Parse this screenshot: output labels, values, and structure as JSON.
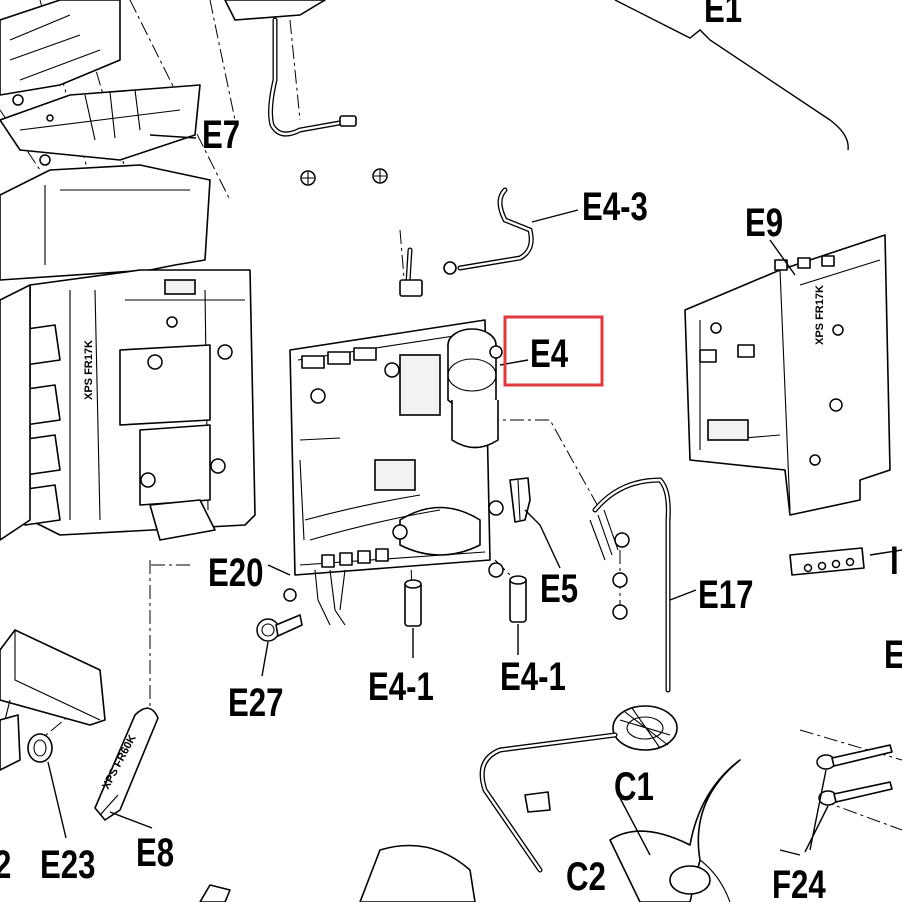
{
  "labels": {
    "e1": "E1",
    "e7": "E7",
    "e4_3": "E4-3",
    "e9": "E9",
    "e4": "E4",
    "e20": "E20",
    "e5": "E5",
    "e17": "E17",
    "e27": "E27",
    "e4_1_left": "E4-1",
    "e4_1_right": "E4-1",
    "e23": "E23",
    "e8": "E8",
    "c1": "C1",
    "c2": "C2",
    "f24": "F24",
    "cut_left_bottom": "2",
    "cut_right_edge": "E",
    "cut_right_small": "I"
  },
  "stamps": {
    "model_left": "XPS FR17K",
    "model_right": "XPS FR17K",
    "model_handle": "XPS FR60K"
  },
  "highlight": {
    "target": "E4",
    "color": "#e0393e"
  }
}
